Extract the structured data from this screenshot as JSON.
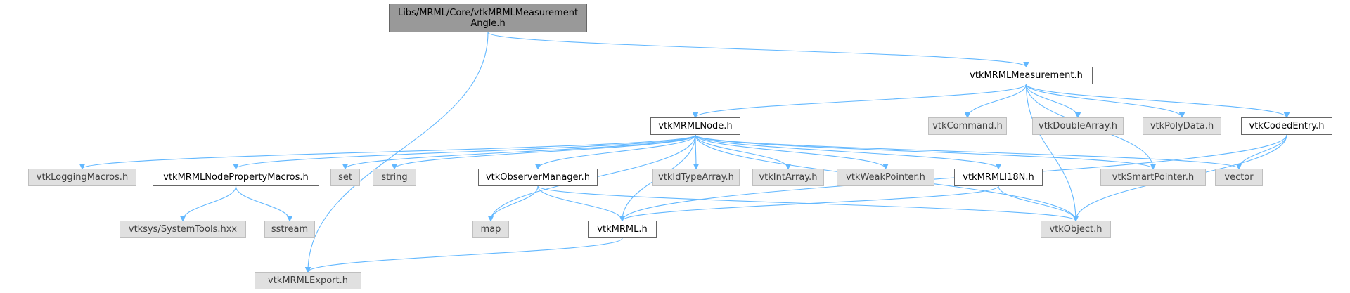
{
  "colors": {
    "edge": "#63b8ff",
    "root_fill": "#999999",
    "documented_fill": "#ffffff",
    "external_fill": "#e0e0e0"
  },
  "nodes": {
    "root": {
      "label": "Libs/MRML/Core/vtkMRMLMeasurement\nAngle.h",
      "kind": "root"
    },
    "measurement": {
      "label": "vtkMRMLMeasurement.h",
      "kind": "documented"
    },
    "node": {
      "label": "vtkMRMLNode.h",
      "kind": "documented"
    },
    "command": {
      "label": "vtkCommand.h",
      "kind": "external"
    },
    "doublearray": {
      "label": "vtkDoubleArray.h",
      "kind": "external"
    },
    "polydata": {
      "label": "vtkPolyData.h",
      "kind": "external"
    },
    "codedentry": {
      "label": "vtkCodedEntry.h",
      "kind": "documented"
    },
    "loggingmacros": {
      "label": "vtkLoggingMacros.h",
      "kind": "external"
    },
    "nodepropertymacros": {
      "label": "vtkMRMLNodePropertyMacros.h",
      "kind": "documented"
    },
    "set": {
      "label": "set",
      "kind": "external"
    },
    "string": {
      "label": "string",
      "kind": "external"
    },
    "observermanager": {
      "label": "vtkObserverManager.h",
      "kind": "documented"
    },
    "idtypearray": {
      "label": "vtkIdTypeArray.h",
      "kind": "external"
    },
    "intarray": {
      "label": "vtkIntArray.h",
      "kind": "external"
    },
    "weakpointer": {
      "label": "vtkWeakPointer.h",
      "kind": "external"
    },
    "i18n": {
      "label": "vtkMRMLI18N.h",
      "kind": "documented"
    },
    "smartpointer": {
      "label": "vtkSmartPointer.h",
      "kind": "external"
    },
    "vector": {
      "label": "vector",
      "kind": "external"
    },
    "systemtools": {
      "label": "vtksys/SystemTools.hxx",
      "kind": "external"
    },
    "sstream": {
      "label": "sstream",
      "kind": "external"
    },
    "map": {
      "label": "map",
      "kind": "external"
    },
    "mrml": {
      "label": "vtkMRML.h",
      "kind": "documented"
    },
    "object": {
      "label": "vtkObject.h",
      "kind": "external"
    },
    "export": {
      "label": "vtkMRMLExport.h",
      "kind": "external"
    }
  },
  "edges": [
    [
      "root",
      "measurement"
    ],
    [
      "root",
      "export"
    ],
    [
      "measurement",
      "node"
    ],
    [
      "measurement",
      "command"
    ],
    [
      "measurement",
      "doublearray"
    ],
    [
      "measurement",
      "polydata"
    ],
    [
      "measurement",
      "codedentry"
    ],
    [
      "measurement",
      "smartpointer"
    ],
    [
      "measurement",
      "object"
    ],
    [
      "node",
      "loggingmacros"
    ],
    [
      "node",
      "nodepropertymacros"
    ],
    [
      "node",
      "set"
    ],
    [
      "node",
      "string"
    ],
    [
      "node",
      "map"
    ],
    [
      "node",
      "observermanager"
    ],
    [
      "node",
      "mrml"
    ],
    [
      "node",
      "idtypearray"
    ],
    [
      "node",
      "intarray"
    ],
    [
      "node",
      "weakpointer"
    ],
    [
      "node",
      "i18n"
    ],
    [
      "node",
      "smartpointer"
    ],
    [
      "node",
      "object"
    ],
    [
      "node",
      "vector"
    ],
    [
      "codedentry",
      "vector"
    ],
    [
      "codedentry",
      "mrml"
    ],
    [
      "codedentry",
      "object"
    ],
    [
      "nodepropertymacros",
      "systemtools"
    ],
    [
      "nodepropertymacros",
      "sstream"
    ],
    [
      "observermanager",
      "map"
    ],
    [
      "observermanager",
      "mrml"
    ],
    [
      "observermanager",
      "object"
    ],
    [
      "i18n",
      "mrml"
    ],
    [
      "i18n",
      "object"
    ],
    [
      "mrml",
      "export"
    ]
  ]
}
